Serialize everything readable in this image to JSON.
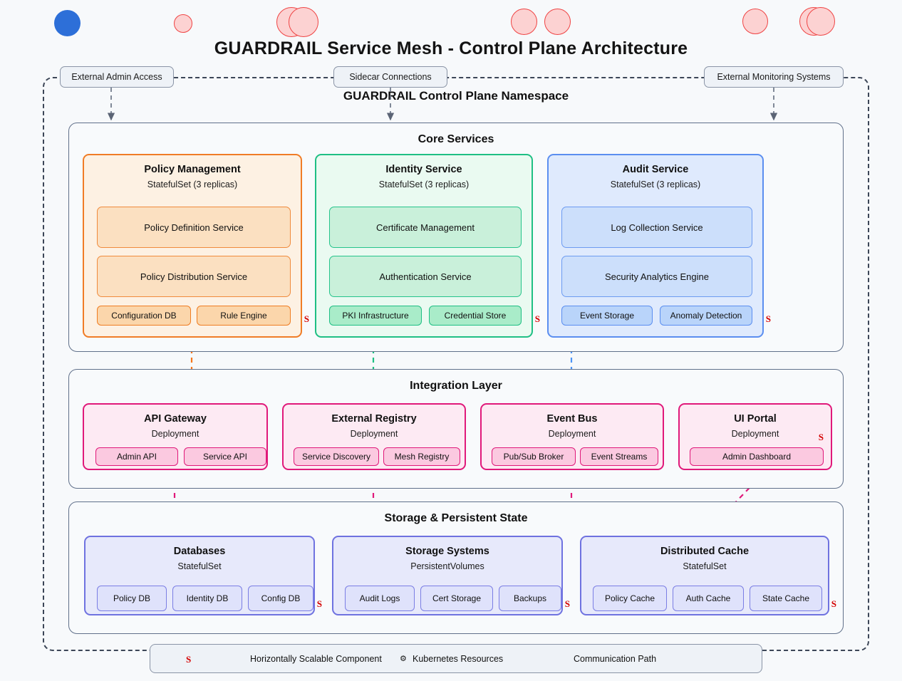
{
  "title": "GUARDRAIL Service Mesh - Control Plane Architecture",
  "namespace_title": "GUARDRAIL Control Plane Namespace",
  "external_labels": [
    {
      "name": "external-admin-access",
      "label": "External Admin Access"
    },
    {
      "name": "sidecar-connections",
      "label": "Sidecar Connections"
    },
    {
      "name": "external-monitoring-systems",
      "label": "External Monitoring Systems"
    }
  ],
  "groups": [
    {
      "name": "core-services",
      "title": "Core Services"
    },
    {
      "name": "integration-layer",
      "title": "Integration Layer"
    },
    {
      "name": "storage-persistent-state",
      "title": "Storage & Persistent State"
    }
  ],
  "core_services": [
    {
      "name": "policy-management",
      "title": "Policy Management",
      "subtitle": "StatefulSet (3 replicas)",
      "color": "#f07c26",
      "services": [
        "Policy Definition Service",
        "Policy Distribution Service"
      ],
      "chips": [
        "Configuration DB",
        "Rule Engine"
      ],
      "scalable": true
    },
    {
      "name": "identity-service",
      "title": "Identity Service",
      "subtitle": "StatefulSet (3 replicas)",
      "color": "#1fbf84",
      "services": [
        "Certificate Management",
        "Authentication Service"
      ],
      "chips": [
        "PKI Infrastructure",
        "Credential Store"
      ],
      "scalable": true
    },
    {
      "name": "audit-service",
      "title": "Audit Service",
      "subtitle": "StatefulSet (3 replicas)",
      "color": "#5b8ef0",
      "services": [
        "Log Collection Service",
        "Security Analytics Engine"
      ],
      "chips": [
        "Event Storage",
        "Anomaly Detection"
      ],
      "scalable": true
    }
  ],
  "integration_layer": [
    {
      "name": "api-gateway",
      "title": "API Gateway",
      "subtitle": "Deployment",
      "chips": [
        "Admin API",
        "Service API"
      ],
      "scalable": false
    },
    {
      "name": "external-registry",
      "title": "External Registry",
      "subtitle": "Deployment",
      "chips": [
        "Service Discovery",
        "Mesh Registry"
      ],
      "scalable": false
    },
    {
      "name": "event-bus",
      "title": "Event Bus",
      "subtitle": "Deployment",
      "chips": [
        "Pub/Sub Broker",
        "Event Streams"
      ],
      "scalable": false
    },
    {
      "name": "ui-portal",
      "title": "UI Portal",
      "subtitle": "Deployment",
      "chips": [
        "Admin Dashboard"
      ],
      "scalable": true
    }
  ],
  "storage_layer": [
    {
      "name": "databases",
      "title": "Databases",
      "subtitle": "StatefulSet",
      "chips": [
        "Policy DB",
        "Identity DB",
        "Config DB"
      ],
      "scalable": true
    },
    {
      "name": "storage-systems",
      "title": "Storage Systems",
      "subtitle": "PersistentVolumes",
      "chips": [
        "Audit Logs",
        "Cert Storage",
        "Backups"
      ],
      "scalable": true
    },
    {
      "name": "distributed-cache",
      "title": "Distributed Cache",
      "subtitle": "StatefulSet",
      "chips": [
        "Policy Cache",
        "Auth Cache",
        "State Cache"
      ],
      "scalable": true
    }
  ],
  "legend": {
    "scalable_symbol": "S",
    "scalable_text": "Horizontally Scalable Component",
    "k8s_symbol": "⚙",
    "k8s_text": "Kubernetes Resources",
    "path_text": "Communication Path"
  },
  "colors": {
    "orange": "#f07c26",
    "green": "#1fbf84",
    "blue": "#5b8ef0",
    "pink": "#e0197a",
    "violet": "#6f72e0",
    "scalable_red": "#d40000",
    "outline": "#3c4657",
    "background": "#f7f9fb",
    "deco_blue": "#2d6fd8",
    "deco_pink": "#fcd2d2"
  }
}
